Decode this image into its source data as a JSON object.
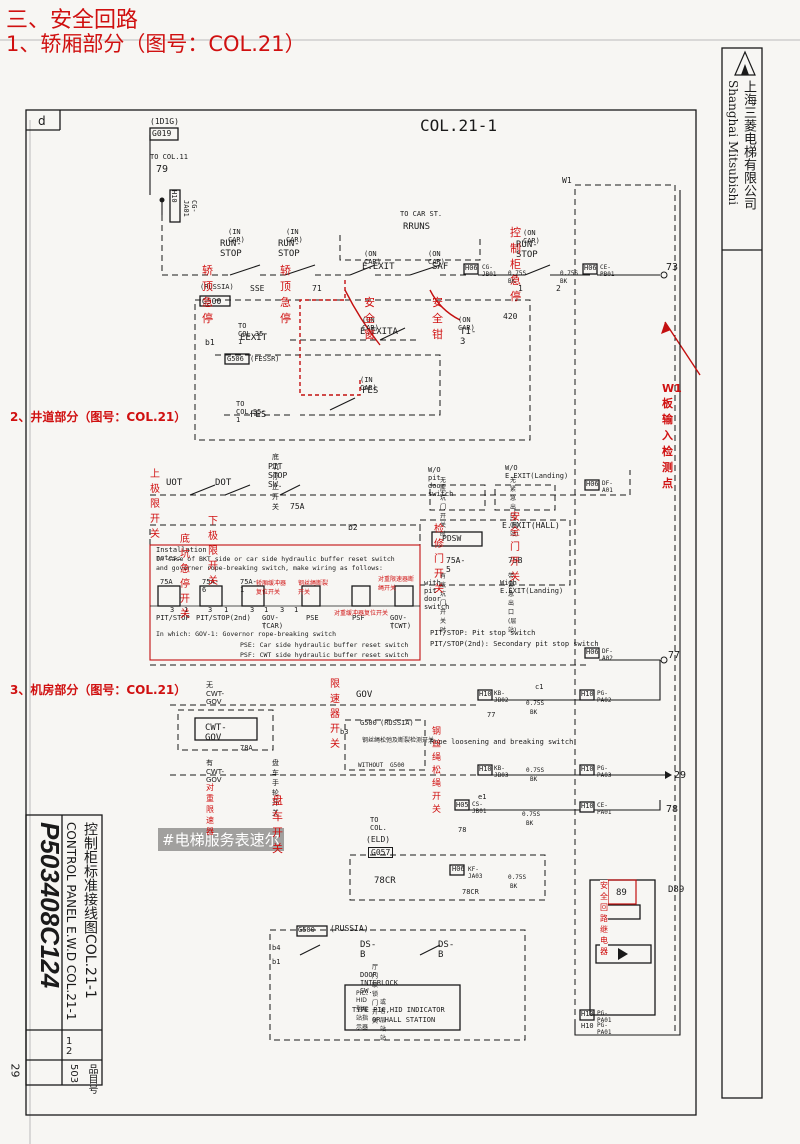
{
  "header": {
    "section": "三、安全回路",
    "subsection": "1、轿厢部分（图号：COL.21）",
    "hoistway": "2、井道部分（图号：COL.21）",
    "machine_room": "3、机房部分（图号：COL.21）"
  },
  "sheet": {
    "title": "COL.21-1",
    "corner_letter": "d",
    "page_number": "29",
    "watermark": "#电梯服务表速尔"
  },
  "titleblock": {
    "company_cn": "上海三菱电梯有限公司",
    "company_en": "Shanghai Mitsubishi",
    "drawing_no": "P503408C124",
    "title_cn": "控制柜标准接线图COL.21-1",
    "title_en": "CONTROL PANEL E.W.D COL.21-1",
    "sheet_fraction_top": "1",
    "sheet_fraction_bottom": "2",
    "part_label": "品目号",
    "part_no": "503"
  },
  "car": {
    "group_1d1g": "(1D1G)",
    "g019": "G019",
    "to_col11": "TO COL.11",
    "n79": "79",
    "h10": "H10",
    "cg_ja01": "CG-JA01",
    "to_car_st": "TO CAR ST.",
    "runs": "RRUNS",
    "in_car_1": "(IN CAR)",
    "run_stop_1": "RUN-STOP",
    "in_car_2": "(IN CAR)",
    "run_stop_2": "RUN-STOP",
    "on_car_1": "(ON CAR)",
    "e_exit": "E.EXIT",
    "on_car_2": "(ON CAR)",
    "saf": "SAF",
    "h06_a": "H06",
    "cg_jb01": "CG-JB01",
    "on_car_3": "(ON CAR)",
    "run_stop_3": "RUN-STOP",
    "h06_b": "H06",
    "ce_pb01": "CE-PB01",
    "n73": "73",
    "russia": "(RUSSIA)",
    "sse": "SSE",
    "n71": "71",
    "n1": "1",
    "n2": "2",
    "w0755_1": "0.75S",
    "bk_1": "BK",
    "w0755_2": "0.75S",
    "bk_2": "BK",
    "w1": "W1",
    "g500": "G500",
    "to_col35_1": "TO COL.35-1",
    "eexit": "EEXIT",
    "on_car_4": "(ON CAR)",
    "e_exita": "E.EXITA",
    "on_car_5": "(ON CAR)",
    "t1_3": "T1-3",
    "n420": "420",
    "b1": "b1",
    "g506": "G506",
    "fessr": "(FESSR)",
    "in_car_3": "(IN CAR)",
    "fes_sw": "FES",
    "to_col35_2": "TO COL.35-1",
    "fes": "FES",
    "lbl_run_stop_1": "轿顶急停",
    "lbl_run_stop_2": "轿顶急停",
    "lbl_cabinet_stop": "控制柜急停",
    "lbl_safety_window": "安全窗",
    "lbl_safety_gear": "安全钳",
    "lbl_w1_point": "W1板输入 检测点"
  },
  "hoistway": {
    "upper_limit_lbl": "上极限开关",
    "uot": "UOT",
    "dot": "DOT",
    "pit_stop_cn": "底坑停止开关",
    "pit_stop": "PIT STOP SW.",
    "n75a": "75A",
    "lower_limit_lbl": "下极限开关",
    "wo_pit_door": "W/O pit door switch",
    "wo_pit_door_cn": "无底坑门开关时",
    "wo_e_exit": "W/O  E.EXIT(Landing)",
    "wo_e_exit_cn": "无紧急出口(层站)",
    "h06": "H06",
    "df_a01": "DF-A01",
    "b2": "b2",
    "pit_stop_lbl": "底坑急停开关",
    "inspection_door_lbl": "检修门开关",
    "emergency_door_lbl": "安全门开关",
    "inst_notes_1": "Installation notes:",
    "inst_notes_2": "In case of BKT side or car side hydraulic buffer reset switch",
    "inst_notes_3": "and governer rope-breaking switch, make wiring as follows:",
    "pdsw": "PDSW",
    "e_exit_hall": "E.EXIT(HALL)",
    "n75a5": "75A-5",
    "n75b": "75B",
    "with_pit_door_cn": "有底坑门开关时",
    "with_pit_door": "with pit door switch",
    "with_e_exit_cn": "带紧急出口(层站)",
    "with_e_exit": "With E.EXIT(Landing)",
    "sw_75a": "75A",
    "sw_75a6": "75A-6",
    "sw_75a1": "75A-1",
    "n3a": "3",
    "n1a": "1",
    "n3b": "3",
    "n1b": "1",
    "n3c": "3",
    "n1c": "1",
    "n3d": "3",
    "n1d": "1",
    "pit_stop_sw": "PIT/STOP",
    "pit_stop_2nd": "PIT/STOP(2nd)",
    "gov_t": "GOV-T",
    "car_lbl": "(CAR)",
    "pse": "PSE",
    "psf": "PSF",
    "gov_t2": "GOV-T",
    "cwt_lbl": "(CWT)",
    "lbl_car_buffer": "轿厢缓冲器复位开关",
    "lbl_rope_break": "钢丝绳断裂开关",
    "lbl_cwt_buffer": "对重缓冲器复位开关",
    "lbl_cwt_rope": "对重限速器断绳开关",
    "which_gov": "In which:   GOV-1: Governor rope-breaking switch",
    "pse_desc": "PSE:   Car side hydraulic buffer reset switch",
    "psf_desc": "PSF:   CWT side hydraulic buffer reset switch",
    "pit_stop_desc": "PIT/STOP:      Pit stop switch",
    "pit_stop_2nd_desc": "PIT/STOP(2nd):  Secondary pit stop switch",
    "h06_2": "H06",
    "df_a02": "DF-A02",
    "n77": "77"
  },
  "machine": {
    "gov_lbl": "限速器开关",
    "gov": "GOV",
    "with_cwt_gov": "无CWT-GOV",
    "h10_a": "H10",
    "kb_jb02": "KB-JB02",
    "c1": "c1",
    "h10_b": "H10",
    "pg_pa02": "PG-PA02",
    "w0755_a": "0.75S",
    "bk_a": "BK",
    "n77b": "77",
    "cwt_gov": "CWT-GOV",
    "n78a": "78A",
    "g500r": "G500",
    "russia": "(RUSSIA)",
    "b3": "b3",
    "rope_sw_cn": "钢丝绳松弛及断裂检测开关",
    "rope_loose_lbl": "钢丝绳松绳开关",
    "rope_loose": "Rope loosening and breaking switch",
    "without": "WITHOUT",
    "g500b": "G500",
    "with_cwt_gov2": "有CWT-GOV",
    "hand_wheel_cn": "盘车手轮开关",
    "cwt_gov_lbl": "对重限速器",
    "hand_wheel_lbl": "盘车开关",
    "h10_c": "H10",
    "kb_jb03": "KB-JB03",
    "w0755_b": "0.75S",
    "bk_b": "BK",
    "h10_d": "H10",
    "pg_pa03": "PG-PA03",
    "n29": "29",
    "to_col": "TO COL.",
    "h05": "H05",
    "cs_jb01": "CS-JB01",
    "e1": "e1",
    "w0755_c": "0.75S",
    "bk_c": "BK",
    "h10_e": "H10",
    "ce_pa01": "CE-PA01",
    "n78": "78",
    "n78b": "78",
    "eld": "(ELD)",
    "g057": "G057",
    "h06": "H06",
    "kf_ja03": "KF-JA03",
    "w0755_d": "0.75S",
    "bk_d": "BK",
    "n78cr_a": "78CR",
    "n78cr_b": "78CR",
    "relay_lbl": "安全回路继电器",
    "db9": "D89",
    "n89": "89",
    "h10_f": "H10",
    "pg_pa01": "PG-PA01"
  },
  "landing": {
    "g500": "G500",
    "russia": "(RUSSIA)",
    "b4": "b4",
    "b1": "b1",
    "dsb_1": "DS-B",
    "dsb_2": "DS-B",
    "door_interlock_cn": "厅门联锁门开关",
    "door_interlock": "DOOR INTERLOCK SW.",
    "pic_hid_cn": "PIC、HID型层站指示器",
    "hall_station_cn": "或者层站站",
    "type_pic": "TYPE PIC,HID INDICATOR",
    "or_hall": "OR HALL STATION",
    "h10": "H10",
    "pg_pa01": "PG-PA01"
  }
}
